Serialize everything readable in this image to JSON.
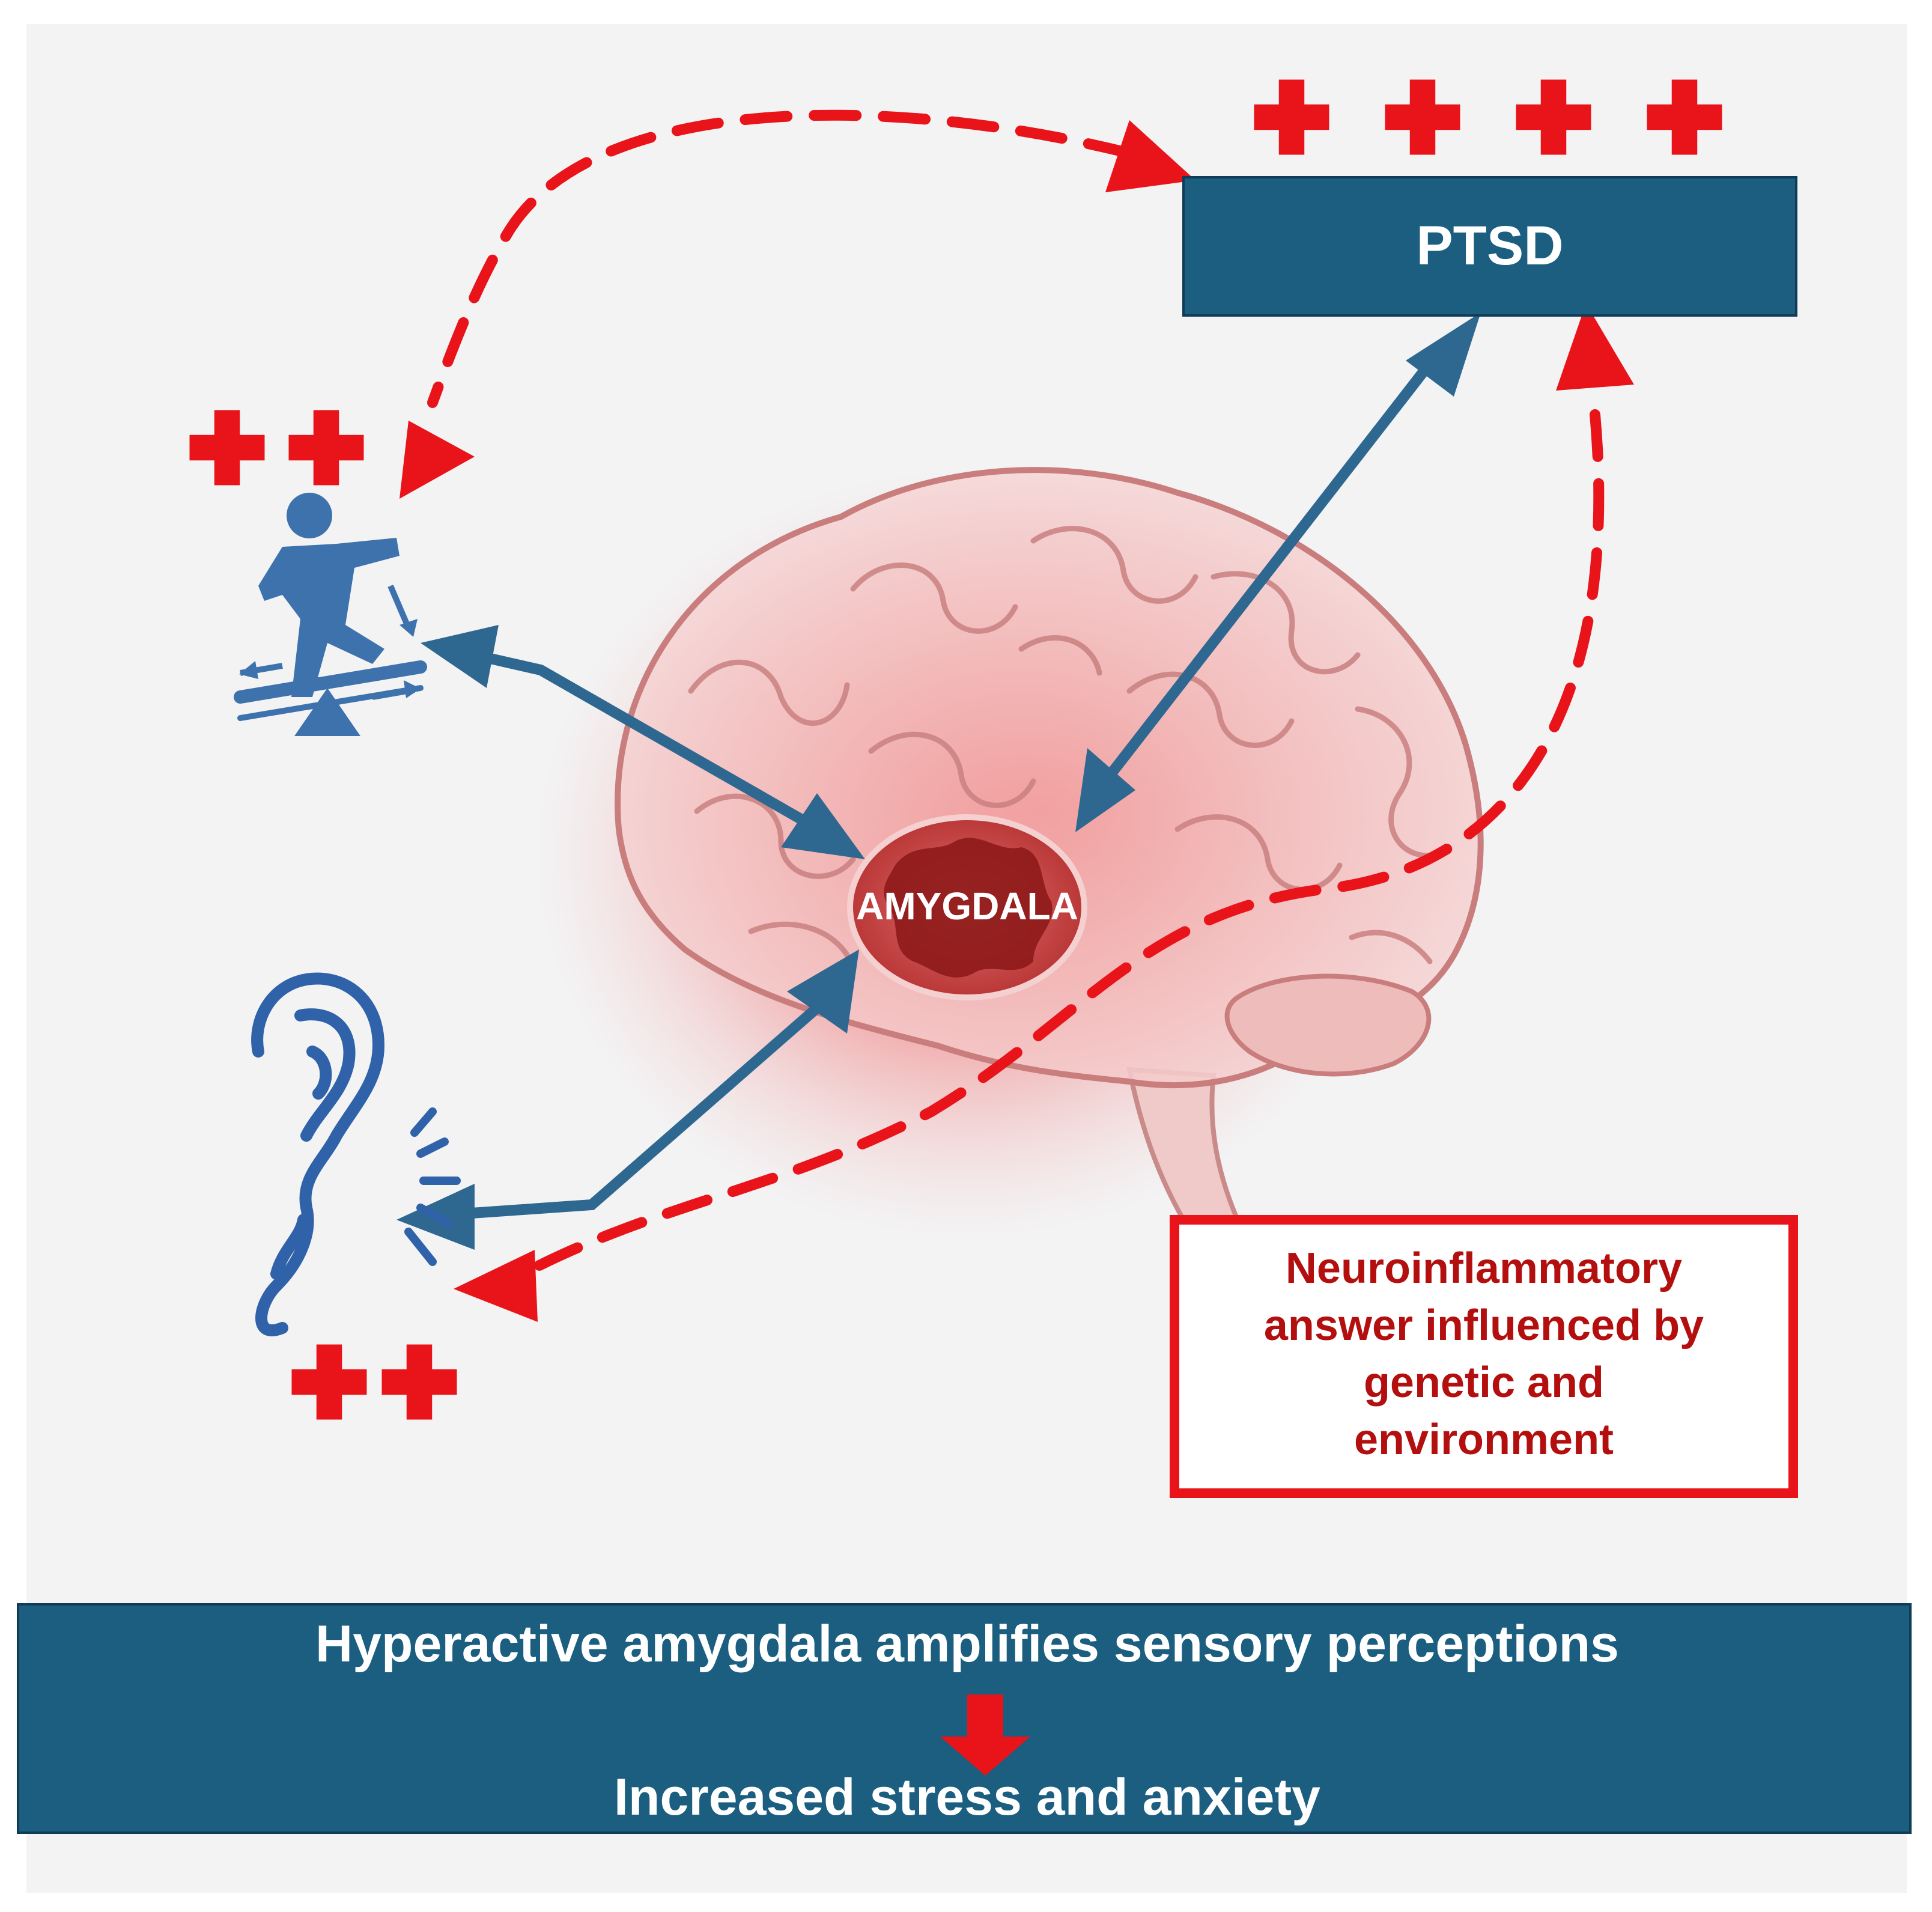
{
  "ptsd_label": "PTSD",
  "amygdala_label": "AMYGDALA",
  "neuro_box": {
    "lines": [
      "Neuroinflammatory",
      "answer influenced by",
      "genetic and",
      "environment"
    ]
  },
  "banner": {
    "line1": "Hyperactive amygdala amplifies sensory perceptions",
    "line2": "Increased stress and anxiety"
  },
  "plus_counts": {
    "ptsd": 4,
    "balance": 2,
    "ear": 2
  },
  "colors": {
    "navy": "#1b5e80",
    "arrow_blue": "#2e6890",
    "red": "#e8141a",
    "dark_red": "#b30f0f",
    "background": "#f3f3f4",
    "icon_blue": "#3d72ad"
  }
}
